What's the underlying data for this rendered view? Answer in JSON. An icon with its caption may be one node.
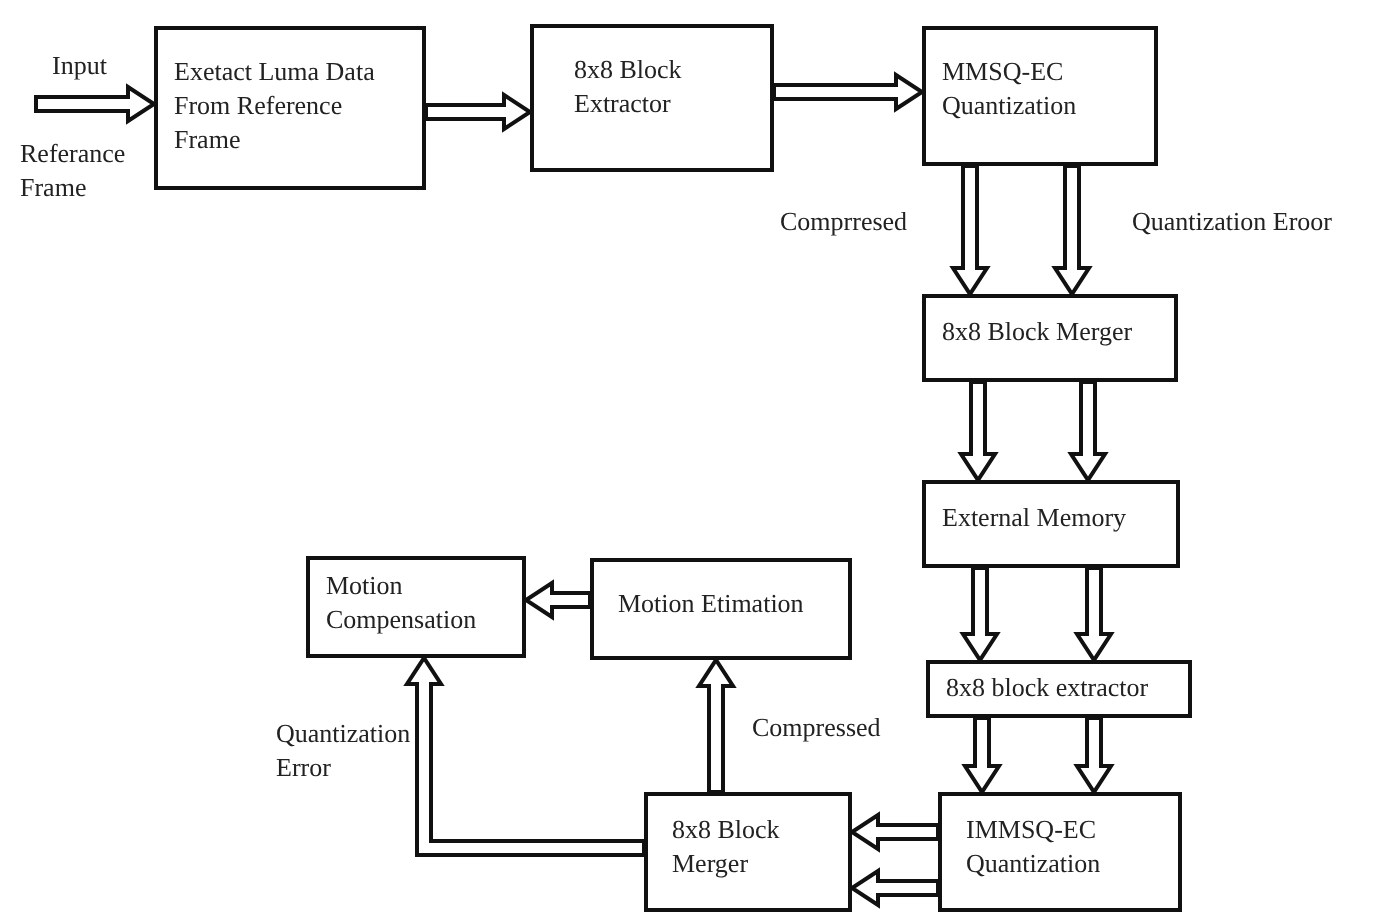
{
  "diagram": {
    "nodes": [
      {
        "text": [
          "Exetact Luma Data From Reference Frame"
        ]
      },
      {
        "text": [
          "8x8 Block Extractor"
        ]
      },
      {
        "text": [
          "MMSQ-EC Quantization"
        ]
      },
      {
        "text": [
          "8x8 Block Merger"
        ]
      },
      {
        "text": [
          "External Memory"
        ]
      },
      {
        "text": [
          "8x8 block extractor"
        ]
      },
      {
        "text": [
          "IMMSQ-EC Quantization"
        ]
      },
      {
        "text": [
          "8x8 Block Merger"
        ]
      },
      {
        "text": [
          "Motion Etimation"
        ]
      },
      {
        "text": [
          "Motion Compensation"
        ]
      }
    ],
    "edges": [
      {
        "from": null,
        "to": 0,
        "arrow": "to",
        "label": "Input"
      },
      {
        "from": 0,
        "to": 1,
        "arrow": "to"
      },
      {
        "from": 1,
        "to": 2,
        "arrow": "to"
      },
      {
        "from": 2,
        "to": 3,
        "arrow": "to",
        "label": "Comprresed"
      },
      {
        "from": 2,
        "to": 3,
        "arrow": "to",
        "label": "Quantization Eroor"
      },
      {
        "from": 3,
        "to": 4,
        "arrow": "to"
      },
      {
        "from": 3,
        "to": 4,
        "arrow": "to"
      },
      {
        "from": 4,
        "to": 5,
        "arrow": "to"
      },
      {
        "from": 4,
        "to": 5,
        "arrow": "to"
      },
      {
        "from": 5,
        "to": 6,
        "arrow": "to"
      },
      {
        "from": 5,
        "to": 6,
        "arrow": "to"
      },
      {
        "from": 6,
        "to": 7,
        "arrow": "to"
      },
      {
        "from": 6,
        "to": 7,
        "arrow": "to"
      },
      {
        "from": 7,
        "to": 8,
        "arrow": "to",
        "label": "Compressed"
      },
      {
        "from": 7,
        "to": 9,
        "arrow": "to",
        "label": "Quantization Error"
      },
      {
        "from": 8,
        "to": 9,
        "arrow": "to"
      }
    ],
    "labels": [
      "Referance Frame"
    ]
  }
}
